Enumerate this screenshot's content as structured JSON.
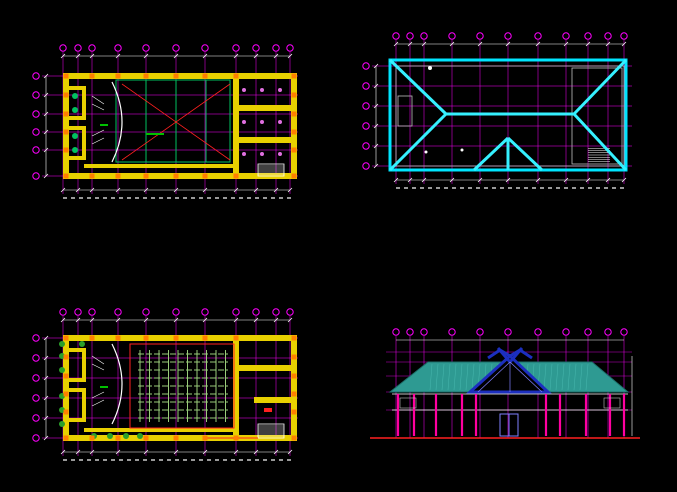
{
  "drawing": {
    "background_color": "#000000",
    "sheet_type": "cad-architectural-drawing",
    "views": [
      {
        "id": "floor-plan-upper",
        "type": "plan",
        "grid_columns": 11,
        "grid_rows": 6
      },
      {
        "id": "roof-plan",
        "type": "roof-plan",
        "grid_columns": 11,
        "grid_rows": 6
      },
      {
        "id": "floor-plan-lower",
        "type": "plan-with-seating",
        "grid_columns": 11,
        "grid_rows": 6
      },
      {
        "id": "elevation",
        "type": "front-elevation",
        "grid_columns": 11
      }
    ],
    "colors": {
      "grid_magenta": "#ff00ff",
      "wall_yellow": "#e8d000",
      "wall_orange": "#ff8000",
      "roof_cyan": "#00e5ff",
      "hip_line_cyan": "#35f0ff",
      "roof_teal": "#2e9a92",
      "ridge_blue": "#1c2fbf",
      "seat_green": "#9acd7a",
      "dimension_white": "#ffffff",
      "red_lines": "#ff2020",
      "green_accent": "#00c000"
    }
  }
}
